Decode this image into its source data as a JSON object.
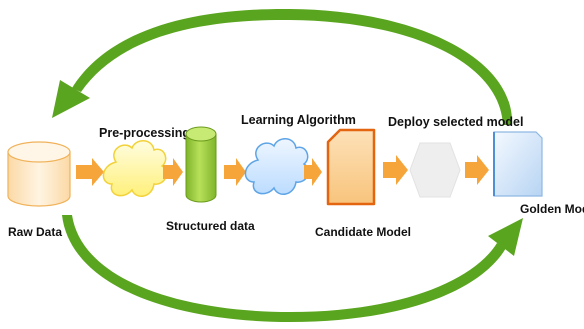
{
  "labels": {
    "raw_data": "Raw Data",
    "pre_processing": "Pre-processing",
    "structured_data": "Structured data",
    "learning_algorithm": "Learning Algorithm",
    "candidate_model": "Candidate Model",
    "deploy_selected_model": "Deploy selected model",
    "golden_model": "Golden Model"
  },
  "colors": {
    "cycle_arrow": "#5aa51f",
    "flow_arrow": "#f5a53a",
    "raw_data_fill": "#fde8c4",
    "pre_processing_cloud": "#fff59a",
    "structured_data_fill": "#9ccc36",
    "learning_cloud": "#cfe6ff",
    "candidate_model_fill": "#fbd49e",
    "candidate_model_border": "#e3650f",
    "deploy_shape": "#eeeeee",
    "golden_model_fill": "#dcebfb"
  }
}
